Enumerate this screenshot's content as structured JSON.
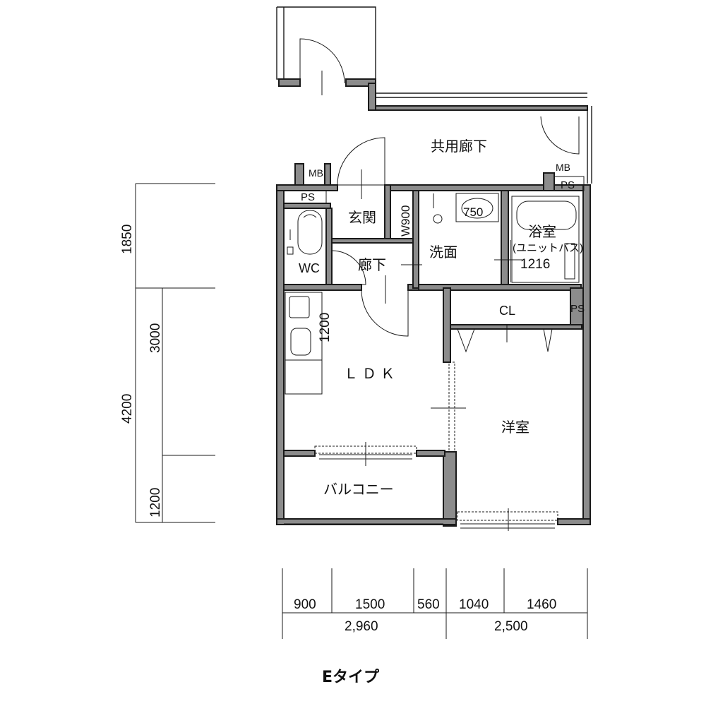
{
  "title": "Eタイプ",
  "rooms": {
    "common_corridor": "共用廊下",
    "entrance": "玄関",
    "hallway": "廊下",
    "washroom": "洗面",
    "bath": "浴室",
    "bath_note": "(ユニットバス)",
    "bath_size": "1216",
    "wc": "WC",
    "ldk": "ＬＤＫ",
    "western_room": "洋室",
    "closet": "CL",
    "balcony": "バルコニー",
    "ps_left": "PS",
    "ps_right_top": "PS",
    "ps_right_cl": "PS",
    "mb_left": "MB",
    "mb_right": "MB",
    "washbasin_size": "750",
    "storage_width": "W900",
    "kitchen_length": "1200"
  },
  "dimensions": {
    "bottom_segments": [
      "900",
      "1500",
      "560",
      "1040",
      "1460"
    ],
    "bottom_totals": [
      "2,960",
      "2,500"
    ],
    "left_segments": [
      "1850",
      "3000",
      "1200"
    ],
    "left_total": "4200"
  }
}
